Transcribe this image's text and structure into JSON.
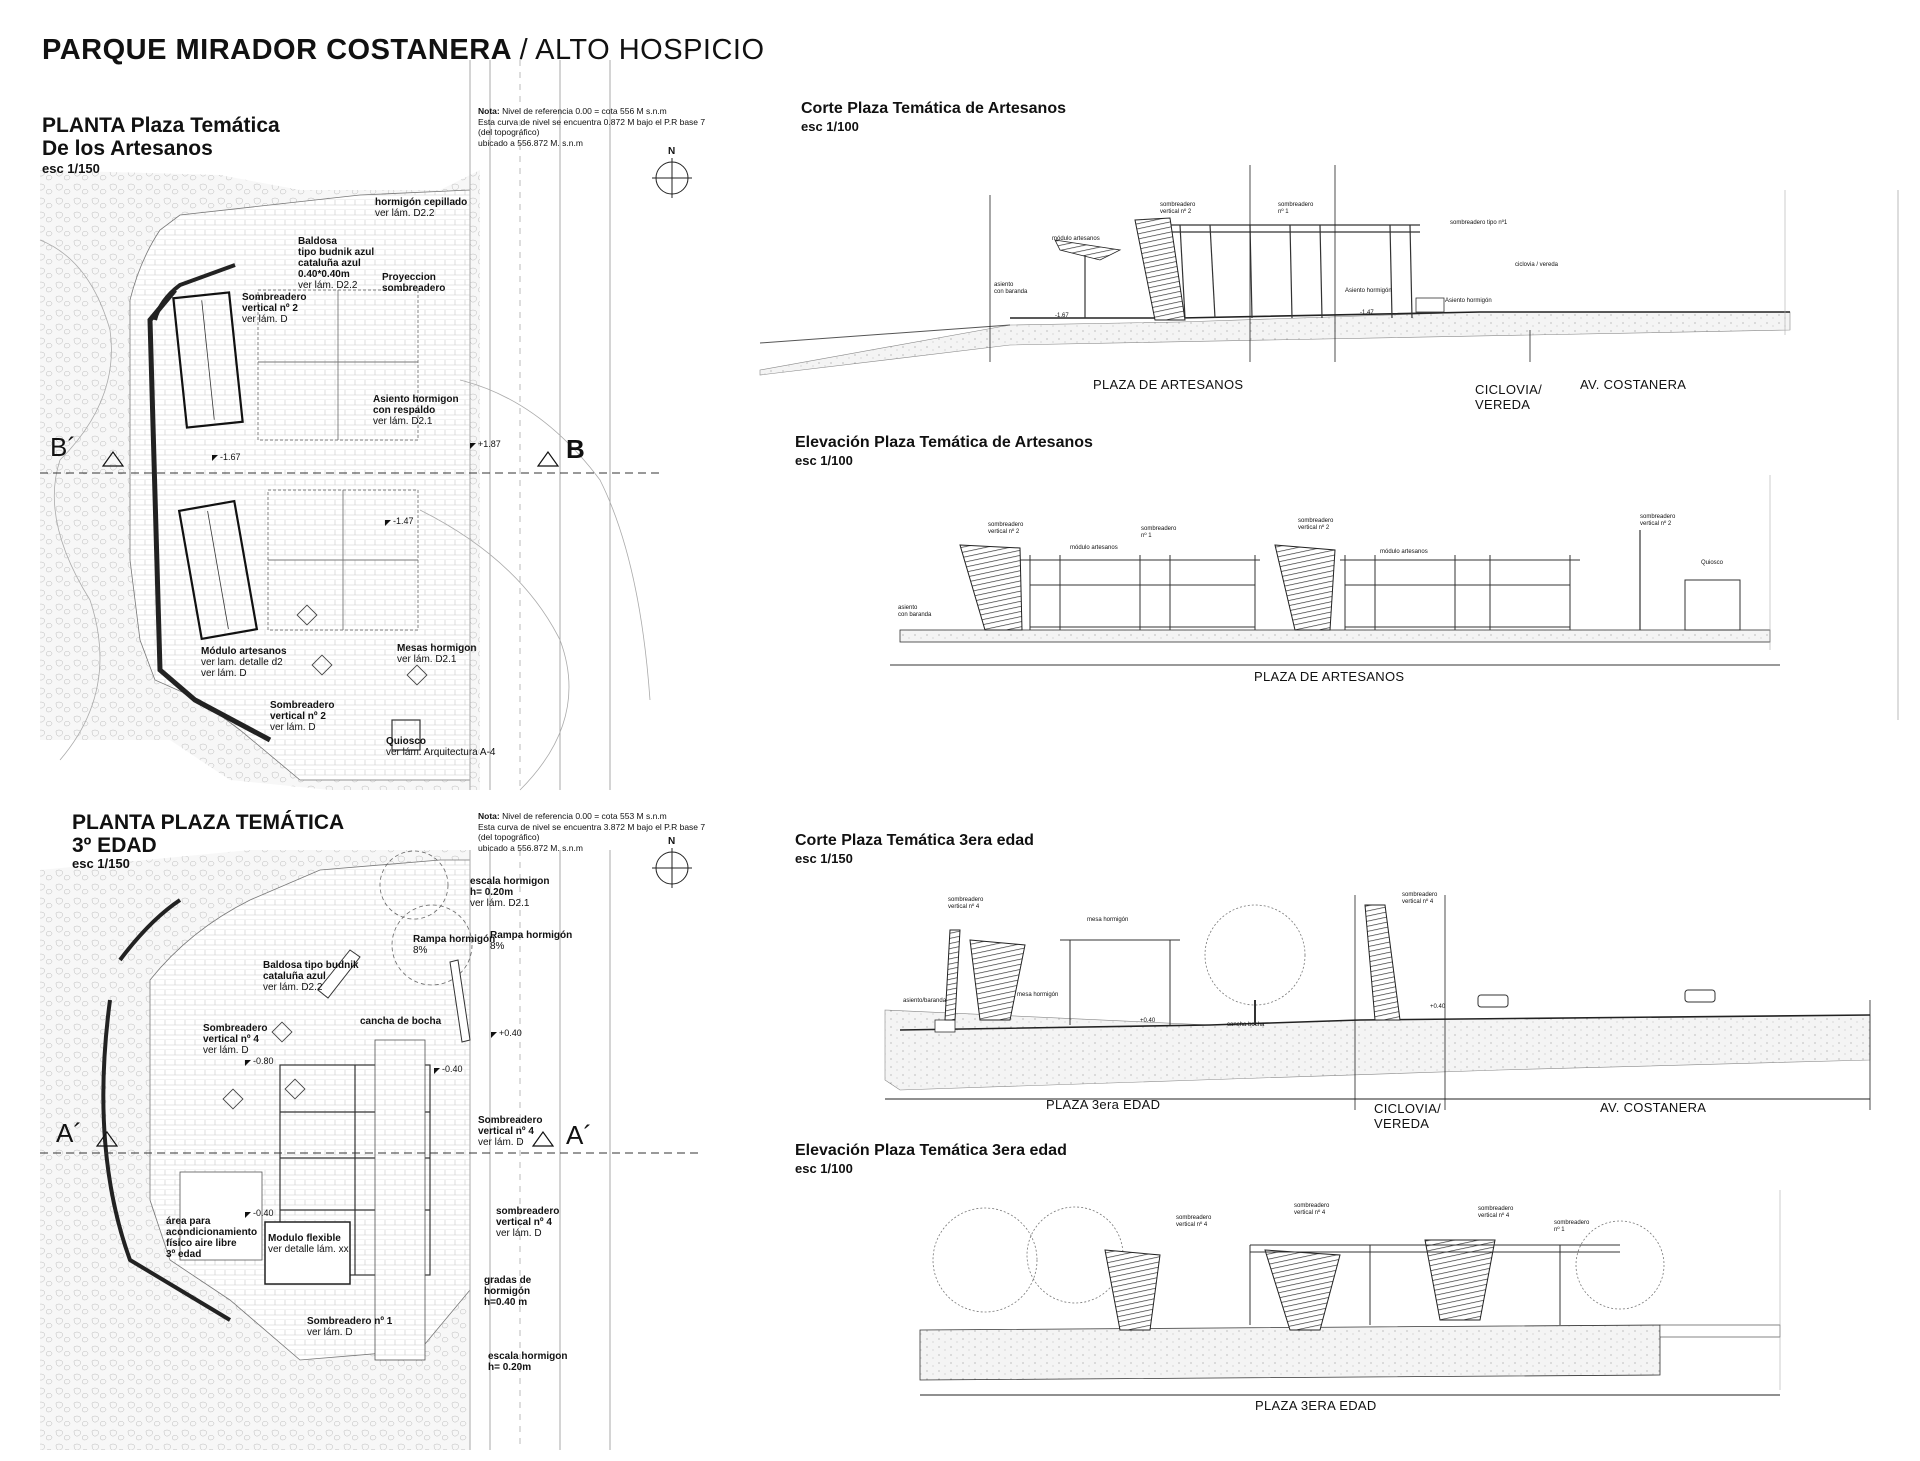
{
  "header": {
    "title_bold": "PARQUE MIRADOR COSTANERA",
    "title_light": "/ ALTO HOSPICIO"
  },
  "plan_artesanos": {
    "title_line1": "PLANTA Plaza Temática",
    "title_line2": "De los Artesanos",
    "scale": "esc 1/150",
    "note_label": "Nota:",
    "note_line1": " Nivel de referencia 0.00 = cota 556 M s.n.m",
    "note_line2": "Esta curva de nivel se encuentra 0.872 M bajo el P.R base 7",
    "note_line3": "(del topográfico)",
    "note_line4": "ubicado a 556.872 M. s.n.m",
    "north": "N",
    "labels": {
      "hormigon_title": "hormigón cepillado",
      "hormigon_ref": "ver lám. D2.2",
      "baldosa_l1": "Baldosa",
      "baldosa_l2": "tipo budnik azul",
      "baldosa_l3": "cataluña azul",
      "baldosa_l4": "0.40*0.40m",
      "baldosa_ref": "ver lám. D2.2",
      "proyeccion_l1": "Proyeccion",
      "proyeccion_l2": "sombreadero",
      "sombreadero2_l1": "Sombreadero",
      "sombreadero2_l2": "vertical nº 2",
      "sombreadero2_ref": "ver lám. D",
      "asiento_l1": "Asiento hormigon",
      "asiento_l2": "con respaldo",
      "asiento_ref": "ver lám. D2.1",
      "modulo_l1": "Módulo artesanos",
      "modulo_ref1": "ver lam. detalle d2",
      "modulo_ref2": "ver lám. D",
      "mesas_l1": "Mesas hormigon",
      "mesas_ref": "ver lám. D2.1",
      "sombreadero2b_l1": "Sombreadero",
      "sombreadero2b_l2": "vertical nº 2",
      "sombreadero2b_ref": "ver lám. D",
      "quiosco_l1": "Quiosco",
      "quiosco_ref": "ver lám. Arquitectura A-4"
    },
    "levels": [
      "-1.67",
      "+1.87",
      "-1.47"
    ],
    "cut_left": "B´",
    "cut_right": "B"
  },
  "plan_3edad": {
    "title_line1": "PLANTA PLAZA TEMÁTICA",
    "title_line2": "3º EDAD",
    "scale": "esc 1/150",
    "note_label": "Nota:",
    "note_line1": " Nivel de referencia 0.00 = cota 553 M s.n.m",
    "note_line2": "Esta curva de nivel se encuentra 3.872 M bajo el P.R base 7",
    "note_line3": "(del topográfico)",
    "note_line4": "ubicado a 556.872 M. s.n.m",
    "north": "N",
    "labels": {
      "escala1_l1": "escala hormigon",
      "escala1_l2": "h= 0.20m",
      "escala1_ref": "ver lám. D2.1",
      "rampa1_l1": "Rampa hormigón",
      "rampa1_l2": "8%",
      "rampa2_l1": "Rampa hormigón",
      "rampa2_l2": "8%",
      "baldosa_l1": "Baldosa tipo budnik",
      "baldosa_l2": "cataluña azul",
      "baldosa_ref": "ver lám. D2.2",
      "cancha": "cancha de bocha",
      "sombreadero4_l1": "Sombreadero",
      "sombreadero4_l2": "vertical nº 4",
      "sombreadero4_ref": "ver lám. D",
      "sombreadero4b_l1": "Sombreadero",
      "sombreadero4b_l2": "vertical nº 4",
      "sombreadero4b_ref": "ver lám. D",
      "sombreadero4c_l1": "sombreadero",
      "sombreadero4c_l2": "vertical nº 4",
      "sombreadero4c_ref": "ver lám. D",
      "area_l1": "área para",
      "area_l2": "acondicionamiento",
      "area_l3": "físico aire libre",
      "area_l4": "3º edad",
      "modulo_l1": "Modulo flexible",
      "modulo_ref": "ver detalle lám. xx",
      "gradas_l1": "gradas de",
      "gradas_l2": "hormigón",
      "gradas_l3": "h=0.40 m",
      "sombreadero1_l1": "Sombreadero nº 1",
      "sombreadero1_ref": "ver lám. D",
      "escala2_l1": "escala hormigon",
      "escala2_l2": "h= 0.20m"
    },
    "levels": [
      "+0.40",
      "-0.80",
      "-0.40",
      "-0.40"
    ],
    "cut_left": "A´",
    "cut_right": "A´"
  },
  "sections": {
    "corte_artesanos": {
      "title": "Corte Plaza Temática de Artesanos",
      "scale": "esc 1/100",
      "zone1": "PLAZA DE ARTESANOS",
      "zone2_l1": "CICLOVIA/",
      "zone2_l2": "VEREDA",
      "zone3": "AV. COSTANERA",
      "tags": [
        "sombreadero",
        "vertical nº 2",
        "sombreadero",
        "nº 1",
        "sombreadero tipo nº1",
        "módulo artesanos",
        "asiento",
        "con baranda",
        "Asiento hormigón",
        "Asiento hormigón",
        "ciclovia / vereda"
      ],
      "levels": [
        "-1.67",
        "-1.47"
      ]
    },
    "elev_artesanos": {
      "title": "Elevación Plaza Temática de Artesanos",
      "scale": "esc 1/100",
      "zone1": "PLAZA DE ARTESANOS",
      "tags": [
        "sombreadero",
        "vertical nº 2",
        "módulo artesanos",
        "sombreadero",
        "nº 1",
        "sombreadero",
        "vertical nº 2",
        "módulo artesanos",
        "sombreadero",
        "vertical nº 2",
        "Quiosco",
        "asiento",
        "con baranda"
      ]
    },
    "corte_3edad": {
      "title": "Corte Plaza Temática 3era edad",
      "scale": "esc 1/150",
      "zone1": "PLAZA 3era EDAD",
      "zone2_l1": "CICLOVIA/",
      "zone2_l2": "VEREDA",
      "zone3": "AV. COSTANERA",
      "tags": [
        "sombreadero",
        "vertical nº 4",
        "mesa hormigón",
        "mesa hormigón",
        "asiento/baranda",
        "cancha bocha",
        "sombreadero",
        "vertical nº 4"
      ],
      "levels": [
        "+0.40",
        "+0.40"
      ]
    },
    "elev_3edad": {
      "title": "Elevación Plaza Temática 3era edad",
      "scale": "esc 1/100",
      "zone1": "PLAZA 3ERA EDAD",
      "tags": [
        "sombreadero",
        "vertical nº 4",
        "sombreadero",
        "vertical nº 4",
        "sombreadero",
        "vertical nº 4",
        "sombreadero",
        "nº 1"
      ]
    }
  }
}
